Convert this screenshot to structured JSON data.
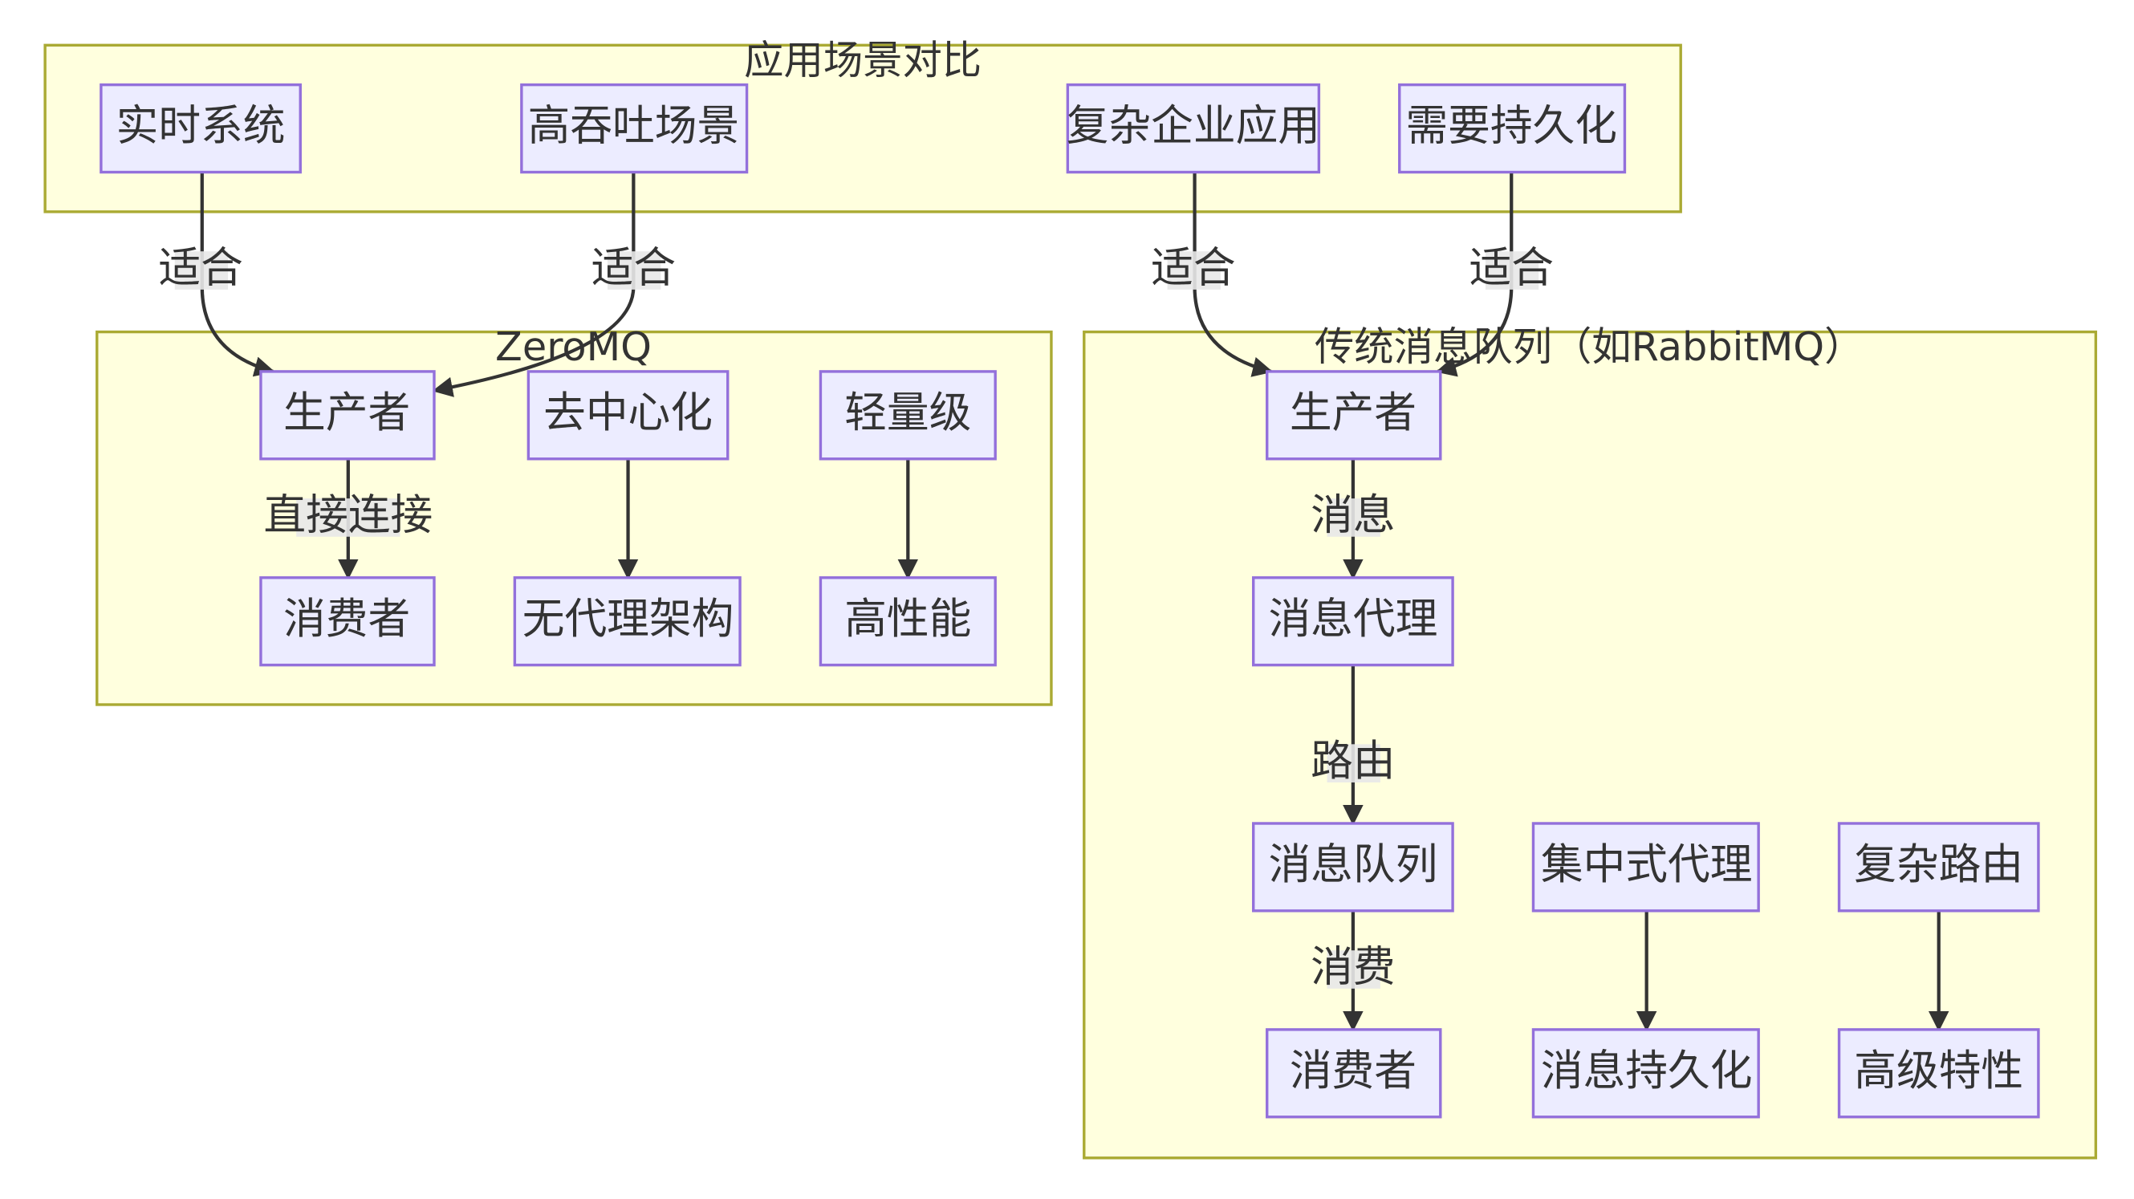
{
  "groups": {
    "scenarios": {
      "title": "应用场景对比"
    },
    "zeromq": {
      "title": "ZeroMQ"
    },
    "traditional": {
      "title": "传统消息队列（如RabbitMQ）"
    }
  },
  "nodes": {
    "realtime": "实时系统",
    "high_throughput": "高吞吐场景",
    "complex_enterprise": "复杂企业应用",
    "need_persistence": "需要持久化",
    "zmq_producer": "生产者",
    "zmq_decentralized": "去中心化",
    "zmq_lightweight": "轻量级",
    "zmq_consumer": "消费者",
    "zmq_brokerless": "无代理架构",
    "zmq_high_perf": "高性能",
    "mq_producer": "生产者",
    "mq_broker": "消息代理",
    "mq_queue": "消息队列",
    "mq_central_broker": "集中式代理",
    "mq_complex_routing": "复杂路由",
    "mq_consumer": "消费者",
    "mq_persistence": "消息持久化",
    "mq_advanced": "高级特性"
  },
  "edge_labels": {
    "realtime_fit": "适合",
    "throughput_fit": "适合",
    "enterprise_fit": "适合",
    "persistence_fit": "适合",
    "direct_connect": "直接连接",
    "message": "消息",
    "routing": "路由",
    "consume": "消费"
  },
  "colors": {
    "cluster_fill": "#ffffde",
    "cluster_stroke": "#aaaa33",
    "node_fill": "#ececff",
    "node_stroke": "#9370db",
    "edge": "#333333",
    "text": "#333333"
  }
}
